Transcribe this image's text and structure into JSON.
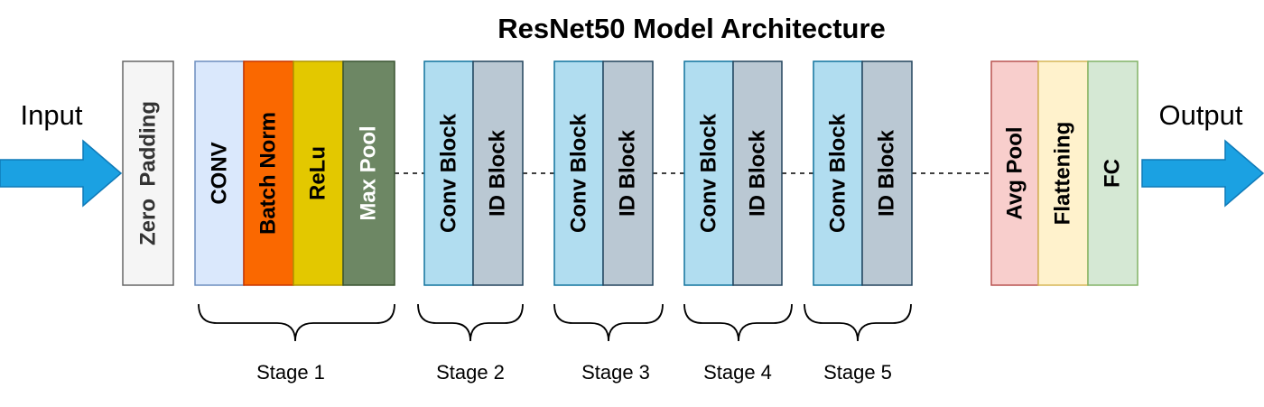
{
  "title": "ResNet50 Model Architecture",
  "input_label": "Input",
  "output_label": "Output",
  "colors": {
    "arrow": "#1ba1e2",
    "arrow_stroke": "#0f7ab8",
    "zero_padding": "#f5f5f5",
    "conv": "#dae8fc",
    "batch_norm": "#fa6800",
    "relu": "#e3c800",
    "max_pool": "#6d8764",
    "conv_block": "#b1ddf0",
    "id_block": "#bac8d3",
    "avg_pool": "#f8cecc",
    "flattening": "#fff2cc",
    "fc": "#d5e8d4"
  },
  "blocks": {
    "zero_padding": "Zero  Padding",
    "conv": "CONV",
    "batch_norm": "Batch Norm",
    "relu": "ReLu",
    "max_pool": "Max Pool",
    "conv_block": "Conv Block",
    "id_block": "ID Block",
    "avg_pool": "Avg Pool",
    "flattening": "Flattening",
    "fc": "FC"
  },
  "stages": [
    "Stage 1",
    "Stage 2",
    "Stage 3",
    "Stage 4",
    "Stage 5"
  ]
}
